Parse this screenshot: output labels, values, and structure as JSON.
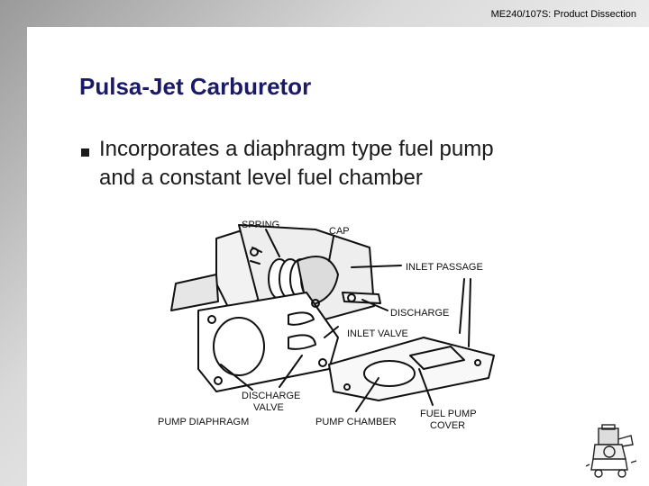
{
  "header": {
    "course": "ME240/107S: Product Dissection"
  },
  "slide": {
    "title": "Pulsa-Jet Carburetor",
    "bullet": {
      "line1": "Incorporates a diaphragm type fuel pump",
      "line2": "and a constant level fuel chamber"
    }
  },
  "figure": {
    "labels": {
      "spring": "SPRING",
      "cap": "CAP",
      "inlet_passage": "INLET PASSAGE",
      "discharge": "DISCHARGE",
      "inlet_valve": "INLET VALVE",
      "discharge_valve_1": "DISCHARGE",
      "discharge_valve_2": "VALVE",
      "pump_diaphragm": "PUMP DIAPHRAGM",
      "pump_chamber": "PUMP CHAMBER",
      "fuel_pump_cover_1": "FUEL PUMP",
      "fuel_pump_cover_2": "COVER"
    }
  },
  "logo": {
    "icon": "engine-icon"
  }
}
